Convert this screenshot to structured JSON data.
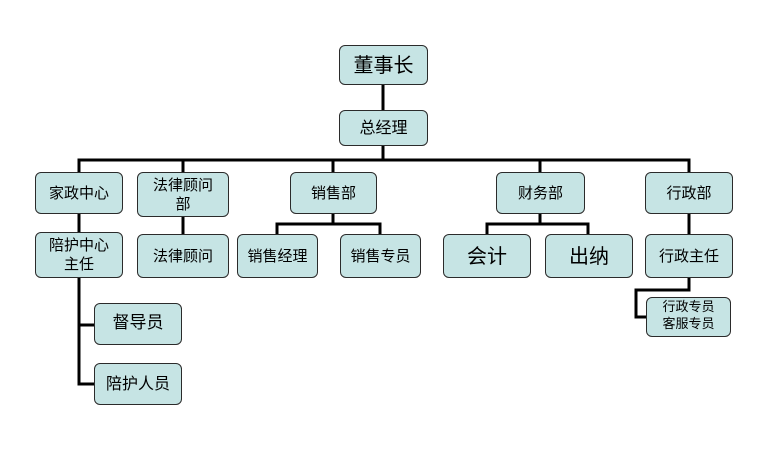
{
  "org": {
    "chairman": "董事长",
    "general_manager": "总经理",
    "departments": {
      "household": {
        "name": "家政中心",
        "children": [
          "陪护中心主任",
          "督导员",
          "陪护人员"
        ]
      },
      "legal": {
        "name": "法律顾问部",
        "children": [
          "法律顾问"
        ]
      },
      "sales": {
        "name": "销售部",
        "children": [
          "销售经理",
          "销售专员"
        ]
      },
      "finance": {
        "name": "财务部",
        "children": [
          "会计",
          "出纳"
        ]
      },
      "admin": {
        "name": "行政部",
        "children": [
          "行政主任",
          "行政专员\n客服专员"
        ]
      }
    }
  },
  "colors": {
    "box_fill": "#c6e4e4",
    "line": "#000000"
  }
}
